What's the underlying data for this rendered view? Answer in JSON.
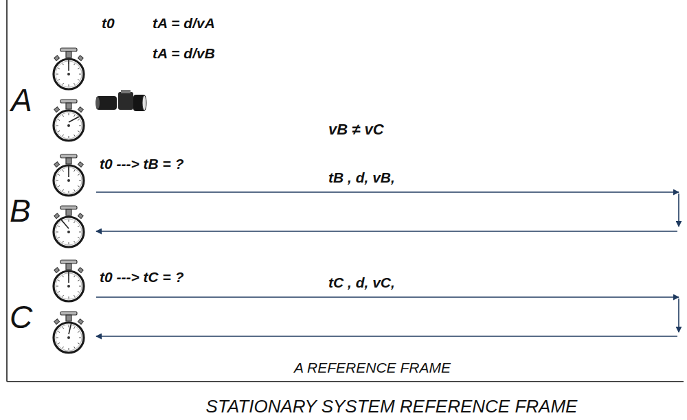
{
  "diagram": {
    "caption": "STATIONARY SYSTEM REFERENCE FRAME",
    "labels": [
      "t0",
      "tA = d/vA",
      "tA = d/vB",
      "A",
      "vB ≠ vC",
      "t0 ---> tB = ?",
      "B",
      "tB , d, vB,",
      "t0 ---> tC = ?",
      "C",
      "tC , d, vC,",
      "A REFERENCE FRAME"
    ]
  }
}
